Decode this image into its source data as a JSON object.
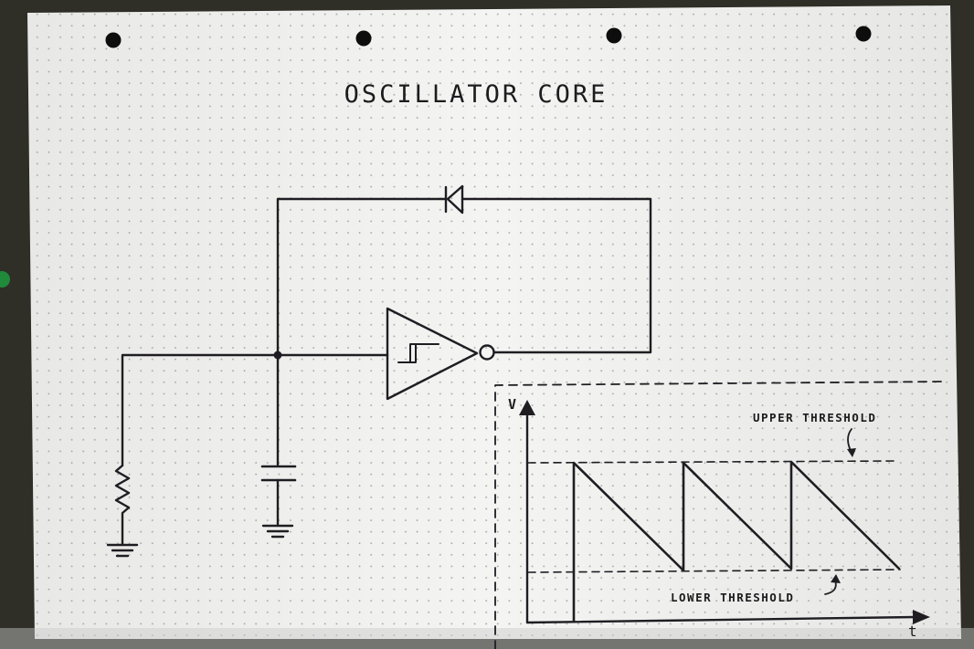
{
  "title": "OSCILLATOR CORE",
  "graph": {
    "y_axis_label": "V",
    "x_axis_label": "t",
    "upper_threshold_label": "UPPER THRESHOLD",
    "lower_threshold_label": "LOWER THRESHOLD",
    "waveform": "sawtooth",
    "cycles": 3
  },
  "components": [
    {
      "name": "resistor",
      "connected_to": "ground"
    },
    {
      "name": "capacitor",
      "connected_to": "ground"
    },
    {
      "name": "schmitt-trigger-inverter"
    },
    {
      "name": "diode",
      "path": "feedback"
    }
  ],
  "colors": {
    "ink": "#1f1d22",
    "paper": "#f3f3f1",
    "desk": "#2f2e27"
  }
}
